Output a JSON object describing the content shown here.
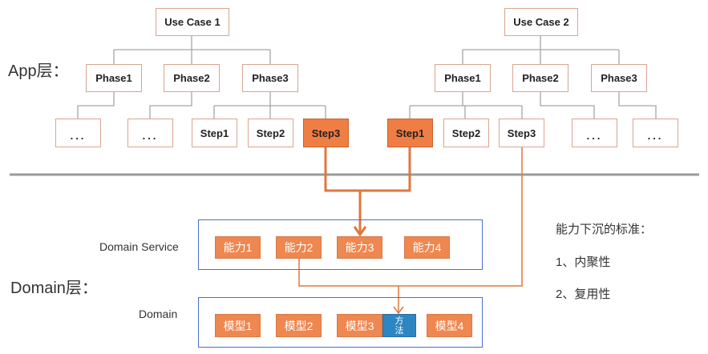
{
  "app_layer": {
    "label": "App层：",
    "use_cases": [
      {
        "title": "Use Case 1",
        "phases": [
          {
            "label": "Phase1",
            "children": [
              {
                "label": "...",
                "highlighted": false
              }
            ]
          },
          {
            "label": "Phase2",
            "children": [
              {
                "label": "...",
                "highlighted": false
              }
            ]
          },
          {
            "label": "Phase3",
            "children": [
              {
                "label": "Step1",
                "highlighted": false
              },
              {
                "label": "Step2",
                "highlighted": false
              },
              {
                "label": "Step3",
                "highlighted": true
              }
            ]
          }
        ]
      },
      {
        "title": "Use Case 2",
        "phases": [
          {
            "label": "Phase1",
            "children": [
              {
                "label": "Step1",
                "highlighted": true
              },
              {
                "label": "Step2",
                "highlighted": false
              },
              {
                "label": "Step3",
                "highlighted": false
              }
            ]
          },
          {
            "label": "Phase2",
            "children": [
              {
                "label": "...",
                "highlighted": false
              }
            ]
          },
          {
            "label": "Phase3",
            "children": [
              {
                "label": "...",
                "highlighted": false
              }
            ]
          }
        ]
      }
    ]
  },
  "domain_layer": {
    "label": "Domain层：",
    "service": {
      "label": "Domain Service",
      "capabilities": [
        "能力1",
        "能力2",
        "能力3",
        "能力4"
      ]
    },
    "domain": {
      "label": "Domain",
      "models": [
        "模型1",
        "模型2",
        "模型3",
        "模型4"
      ],
      "method": [
        "方",
        "法"
      ]
    }
  },
  "criteria": {
    "title": "能力下沉的标准：",
    "items": [
      "1、内聚性",
      "2、复用性"
    ]
  },
  "colors": {
    "highlight": "#ef7e45",
    "connector_gray": "#a6a6a6",
    "connector_orange": "#e0773e",
    "frame_blue": "#4a6fd0",
    "method_blue": "#2d86c2",
    "divider": "#9a9a9a"
  }
}
